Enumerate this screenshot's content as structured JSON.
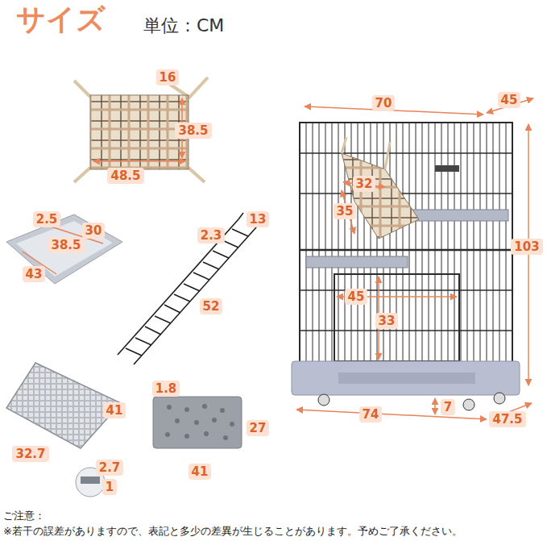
{
  "diagram": {
    "title": "サイズ",
    "labels": [
      "単位：CM",
      "16",
      "38.5",
      "48.5",
      "2.5",
      "30",
      "43",
      "38.5",
      "2.3",
      "13",
      "52",
      "1.8",
      "27",
      "41",
      "32.7",
      "41",
      "2.7",
      "1",
      "70",
      "45",
      "32",
      "35",
      "103",
      "45",
      "33",
      "74",
      "7",
      "47.5",
      "ご注意：",
      "※若干の誤差がありますので、表記と多少の差異が生じることがあります。予めご了承ください。"
    ]
  }
}
